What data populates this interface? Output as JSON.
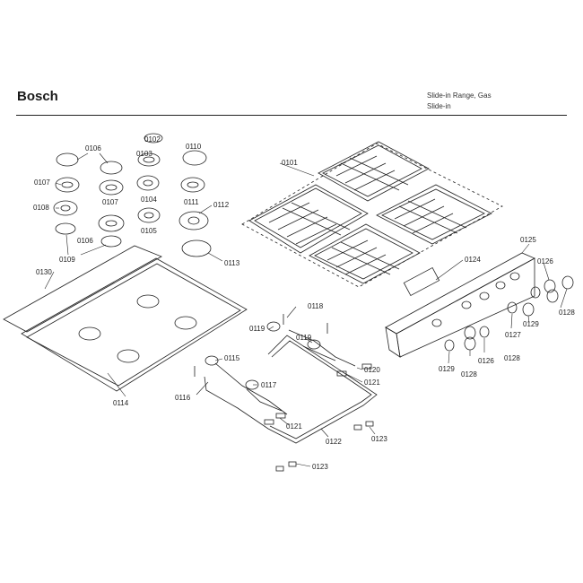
{
  "header": {
    "brand": "Bosch",
    "line1": "Slide-in Range, Gas",
    "line2": "Slide-in"
  },
  "parts": [
    {
      "id": "p0101",
      "label": "0101"
    },
    {
      "id": "p0102",
      "label": "0102"
    },
    {
      "id": "p0103",
      "label": "0103"
    },
    {
      "id": "p0104",
      "label": "0104"
    },
    {
      "id": "p0105",
      "label": "0105"
    },
    {
      "id": "p0106a",
      "label": "0106"
    },
    {
      "id": "p0106b",
      "label": "0106"
    },
    {
      "id": "p0107a",
      "label": "0107"
    },
    {
      "id": "p0107b",
      "label": "0107"
    },
    {
      "id": "p0108",
      "label": "0108"
    },
    {
      "id": "p0109",
      "label": "0109"
    },
    {
      "id": "p0110",
      "label": "0110"
    },
    {
      "id": "p0111",
      "label": "0111"
    },
    {
      "id": "p0112",
      "label": "0112"
    },
    {
      "id": "p0113",
      "label": "0113"
    },
    {
      "id": "p0114",
      "label": "0114"
    },
    {
      "id": "p0115",
      "label": "0115"
    },
    {
      "id": "p0116",
      "label": "0116"
    },
    {
      "id": "p0117",
      "label": "0117"
    },
    {
      "id": "p0118",
      "label": "0118"
    },
    {
      "id": "p0119a",
      "label": "0119"
    },
    {
      "id": "p0119b",
      "label": "0119"
    },
    {
      "id": "p0120",
      "label": "0120"
    },
    {
      "id": "p0121a",
      "label": "0121"
    },
    {
      "id": "p0121b",
      "label": "0121"
    },
    {
      "id": "p0122",
      "label": "0122"
    },
    {
      "id": "p0123a",
      "label": "0123"
    },
    {
      "id": "p0123b",
      "label": "0123"
    },
    {
      "id": "p0124",
      "label": "0124"
    },
    {
      "id": "p0125",
      "label": "0125"
    },
    {
      "id": "p0126a",
      "label": "0126"
    },
    {
      "id": "p0126b",
      "label": "0126"
    },
    {
      "id": "p0127",
      "label": "0127"
    },
    {
      "id": "p0128a",
      "label": "0128"
    },
    {
      "id": "p0128b",
      "label": "0128"
    },
    {
      "id": "p0128c",
      "label": "0128"
    },
    {
      "id": "p0129a",
      "label": "0129"
    },
    {
      "id": "p0129b",
      "label": "0129"
    },
    {
      "id": "p0130",
      "label": "0130"
    }
  ]
}
